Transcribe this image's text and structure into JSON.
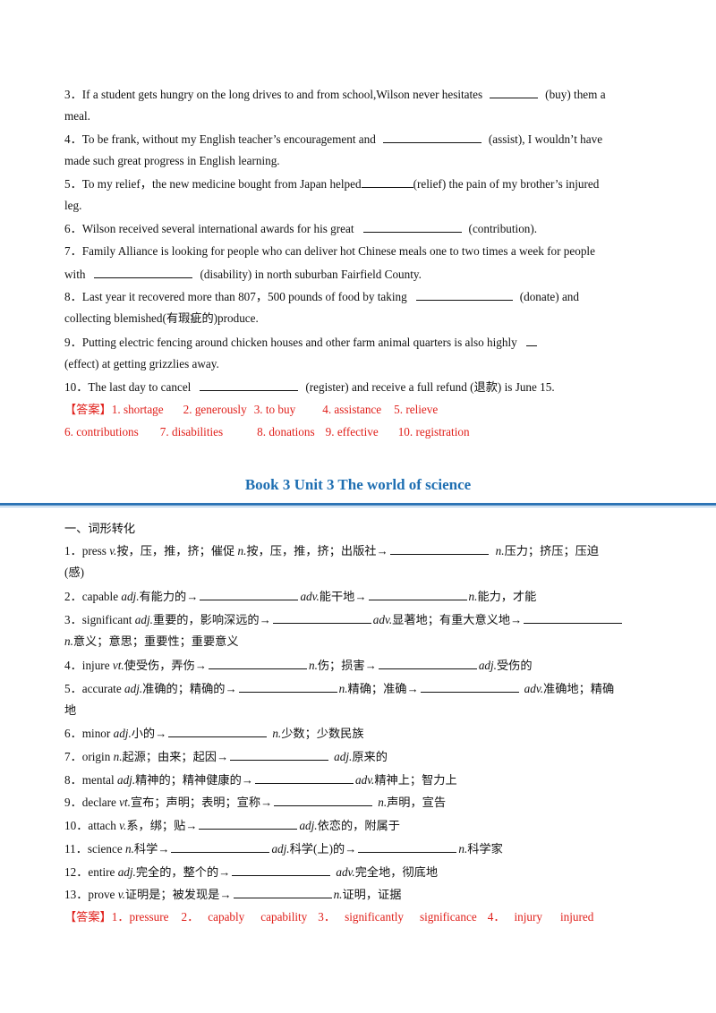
{
  "part1": {
    "q3": {
      "a": "3．If a student gets hungry on the long drives to and from school,Wilson never hesitates",
      "b": "(buy) them a",
      "c": "meal."
    },
    "q4": {
      "a": "4．To be frank, without my English teacher’s encouragement and",
      "b": "(assist), I wouldn’t have",
      "c": "made such great progress in English learning."
    },
    "q5": {
      "a": "5．To my relief，the new medicine bought from Japan helped",
      "b": "(relief) the pain of my brother’s injured",
      "c": "leg."
    },
    "q6": {
      "a": "6．Wilson received several international awards for his great",
      "b": "(contribution)."
    },
    "q7": {
      "a": "7．Family Alliance is looking for people who can deliver hot Chinese meals one to two times a week for people",
      "b": "with",
      "c": "(disability) in north suburban Fairfield County."
    },
    "q8": {
      "a": "8．Last year it recovered more than 807，500 pounds of food by taking",
      "b": "(donate) and",
      "c": "collecting blemished(有瑕疵的)produce."
    },
    "q9": {
      "a": "9．Putting electric fencing around chicken houses and other farm animal quarters is also highly",
      "b": "(effect) at getting grizzlies away."
    },
    "q10": {
      "a": "10．The last day to cancel",
      "b": "(register) and receive a full refund (退款) is June 15."
    },
    "answer1": {
      "tag": "【答案】",
      "items": [
        "1. shortage",
        "2. generously",
        "3. to buy",
        "4. assistance",
        "5. relieve"
      ],
      "items2": [
        "6. contributions",
        "7. disabilities",
        "8. donations",
        "9. effective",
        "10. registration"
      ]
    }
  },
  "section_title": "Book  3  Unit 3 The world of science",
  "part2": {
    "heading": "一、词形转化",
    "w1": {
      "a": "1．press ",
      "pos1": "v.",
      "b": "按，压，推，挤；催促 ",
      "pos2": "n.",
      "c": "按，压，推，挤；出版社→",
      "pos3": "n.",
      "d": "压力；挤压；压迫",
      "e": "(感)"
    },
    "w2": {
      "a": "2．capable ",
      "pos1": "adj.",
      "b": "有能力的→",
      "pos2": "adv.",
      "c": "能干地→",
      "pos3": "n.",
      "d": "能力，才能"
    },
    "w3": {
      "a": "3．significant ",
      "pos1": "adj.",
      "b": "重要的，影响深远的→",
      "pos2": "adv.",
      "c": "显著地；有重大意义地→",
      "pos3": "n.",
      "d": "意义；意思；重要性；重要意义"
    },
    "w4": {
      "a": "4．injure ",
      "pos1": "vt.",
      "b": "使受伤，弄伤→",
      "pos2": "n.",
      "c": "伤；损害→",
      "pos3": "adj.",
      "d": "受伤的"
    },
    "w5": {
      "a": "5．accurate ",
      "pos1": "adj.",
      "b": "准确的；精确的→",
      "pos2": "n.",
      "c": "精确；准确→",
      "pos3": "adv.",
      "d": "准确地；精确",
      "e": "地"
    },
    "w6": {
      "a": "6．minor ",
      "pos1": "adj.",
      "b": "小的→",
      "pos2": "n.",
      "c": "少数；少数民族"
    },
    "w7": {
      "a": "7．origin ",
      "pos1": "n.",
      "b": "起源；由来；起因→",
      "pos2": "adj.",
      "c": "原来的"
    },
    "w8": {
      "a": "8．mental ",
      "pos1": "adj.",
      "b": "精神的；精神健康的→",
      "pos2": "adv.",
      "c": "精神上；智力上"
    },
    "w9": {
      "a": "9．declare ",
      "pos1": "vt.",
      "b": "宣布；声明；表明；宣称→",
      "pos2": "n.",
      "c": "声明，宣告"
    },
    "w10": {
      "a": "10．attach ",
      "pos1": "v.",
      "b": "系，绑；贴→",
      "pos2": "adj.",
      "c": "依恋的，附属于"
    },
    "w11": {
      "a": "11．science ",
      "pos1": "n.",
      "b": "科学→",
      "pos2": "adj.",
      "c": "科学(上)的→",
      "pos3": "n.",
      "d": "科学家"
    },
    "w12": {
      "a": "12．entire ",
      "pos1": "adj.",
      "b": "完全的，整个的→",
      "pos2": "adv.",
      "c": "完全地，彻底地"
    },
    "w13": {
      "a": "13．prove ",
      "pos1": "v.",
      "b": "证明是；被发现是→",
      "pos2": "n.",
      "c": "证明，证据"
    },
    "answer2": {
      "tag": "【答案】",
      "items": [
        "1．pressure",
        "2．",
        "capably",
        "capability",
        "3．",
        "significantly",
        "significance",
        "4．",
        "injury",
        "injured"
      ]
    }
  }
}
